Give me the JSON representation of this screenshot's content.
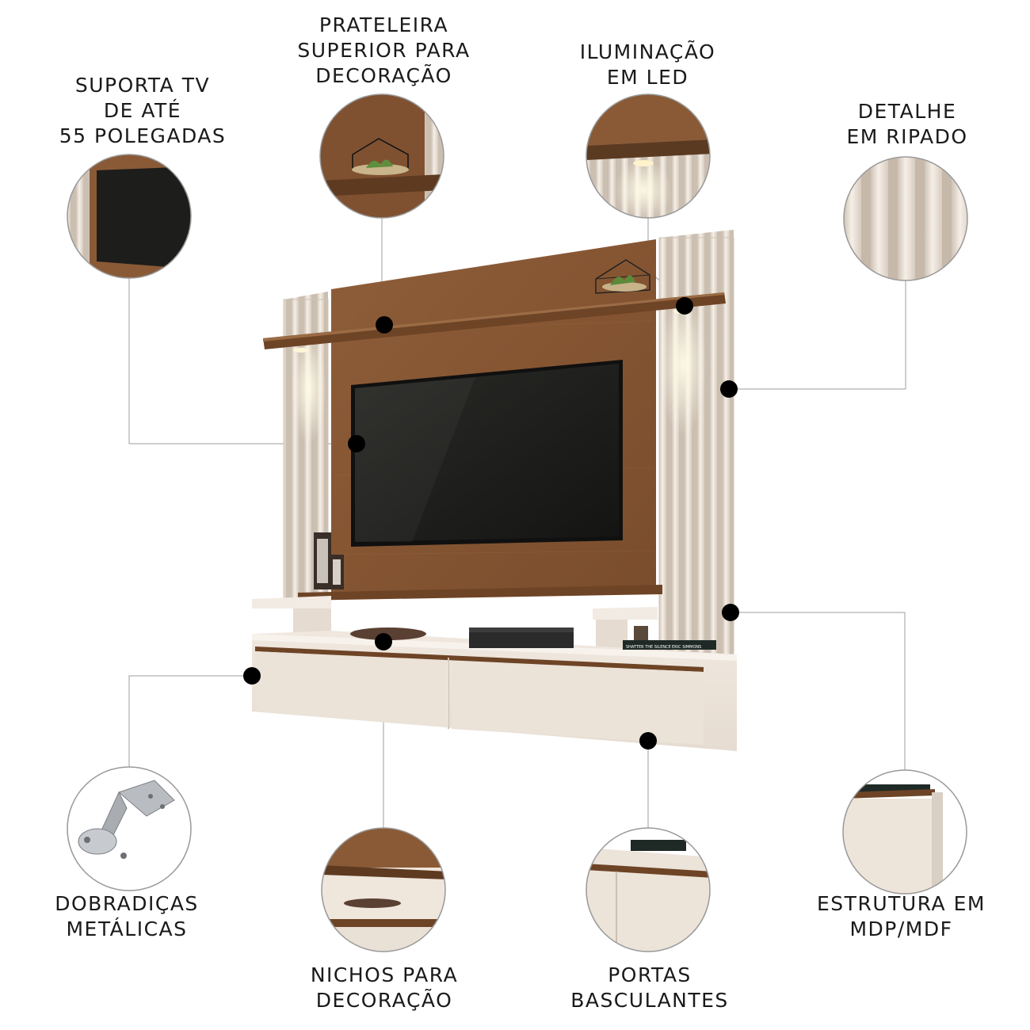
{
  "callouts": {
    "tv_support": {
      "lines": [
        "SUPORTA TV",
        "DE ATÉ",
        "55 POLEGADAS"
      ]
    },
    "top_shelf": {
      "lines": [
        "PRATELEIRA",
        "SUPERIOR PARA",
        "DECORAÇÃO"
      ]
    },
    "led": {
      "lines": [
        "ILUMINAÇÃO",
        "EM LED"
      ]
    },
    "slatted": {
      "lines": [
        "DETALHE",
        "EM RIPADO"
      ]
    },
    "hinges": {
      "lines": [
        "DOBRADIÇAS",
        "METÁLICAS"
      ]
    },
    "niches": {
      "lines": [
        "NICHOS PARA",
        "DECORAÇÃO"
      ]
    },
    "doors": {
      "lines": [
        "PORTAS",
        "BASCULANTES"
      ]
    },
    "structure": {
      "lines": [
        "ESTRUTURA EM",
        "MDP/MDF"
      ]
    }
  },
  "book_titles": [
    "SHATTER THE SILENCE",
    "ERIC SIMMONS"
  ],
  "colors": {
    "wood": "#8a5a36",
    "wood_dark": "#6e4426",
    "off_white": "#ede4da",
    "tv_screen": "#1f1f1d",
    "text": "#1a1a1a"
  }
}
